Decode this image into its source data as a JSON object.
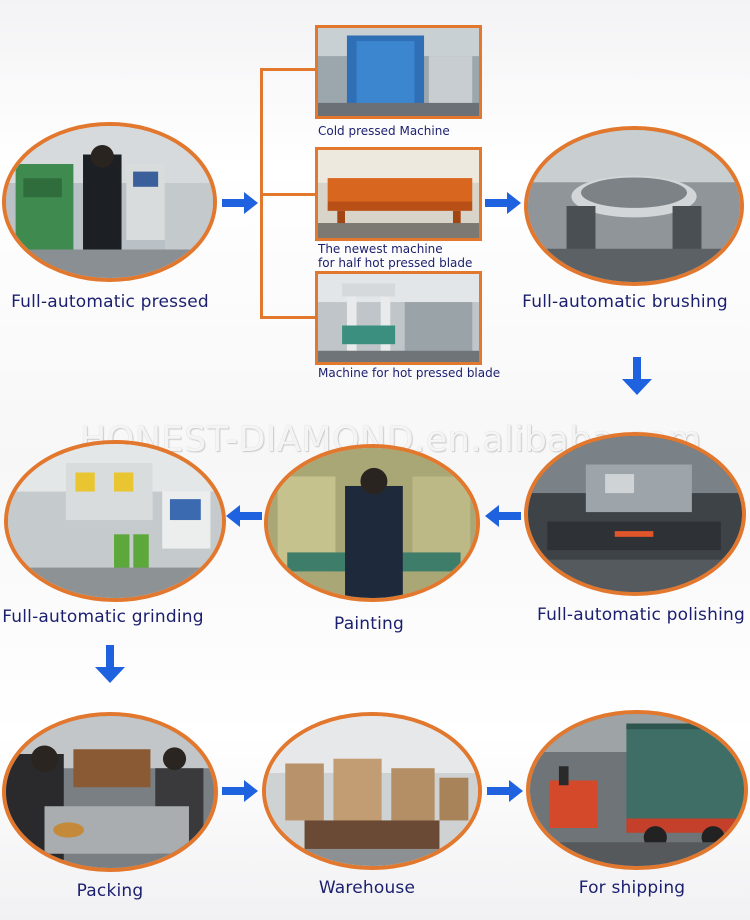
{
  "watermark": "HONEST-DIAMOND.en.alibaba.com",
  "steps": {
    "pressed": "Full-automatic pressed",
    "brushing": "Full-automatic brushing",
    "polishing": "Full-automatic polishing",
    "painting": "Painting",
    "grinding": "Full-automatic grinding",
    "packing": "Packing",
    "warehouse": "Warehouse",
    "shipping": "For shipping"
  },
  "machines": {
    "cold": "Cold pressed Machine",
    "half_hot_line1": "The newest machine",
    "half_hot_line2": "for half hot pressed blade",
    "hot": "Machine for hot pressed blade"
  },
  "colors": {
    "frame": "#e2772e",
    "arrow": "#1f62e0",
    "text": "#1b1f6e"
  }
}
